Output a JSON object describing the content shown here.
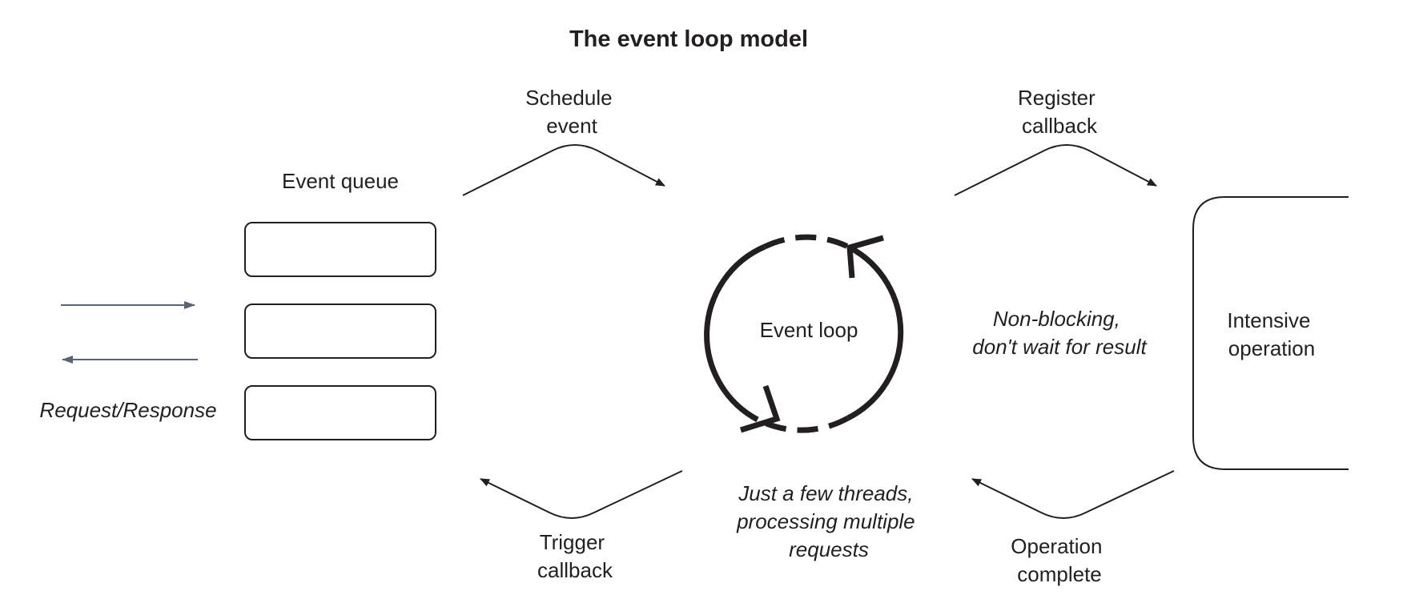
{
  "title": "The event loop model",
  "event_queue": {
    "label": "Event queue",
    "slots": 3
  },
  "request_response": "Request/Response",
  "event_loop": "Event loop",
  "intensive_operation": [
    "Intensive",
    "operation"
  ],
  "schedule_event": [
    "Schedule",
    "event"
  ],
  "register_callback": [
    "Register",
    "callback"
  ],
  "trigger_callback": [
    "Trigger",
    "callback"
  ],
  "operation_complete": [
    "Operation",
    "complete"
  ],
  "non_blocking": [
    "Non-blocking,",
    "don't wait for result"
  ],
  "threads_note": [
    "Just a few threads,",
    "processing multiple",
    "requests"
  ],
  "colors": {
    "line": "#231f20",
    "io_arrows": "#5a6472",
    "background": "#ffffff"
  }
}
